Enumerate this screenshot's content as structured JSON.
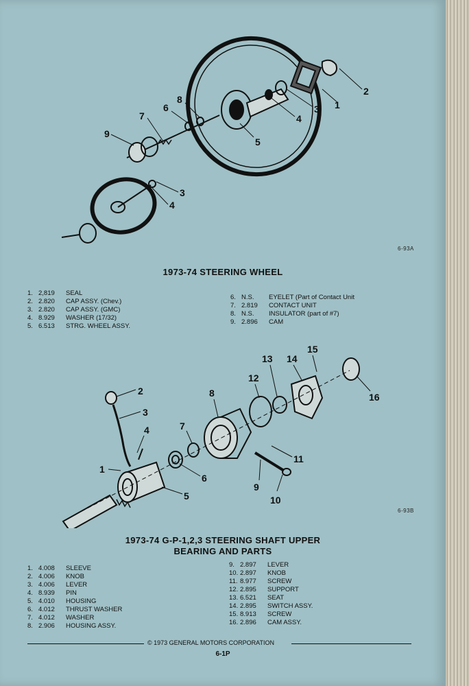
{
  "figure1": {
    "code": "6-93A",
    "title": "1973-74 STEERING WHEEL",
    "callouts": [
      "1",
      "2",
      "3",
      "4",
      "5",
      "6",
      "7",
      "8",
      "9",
      "3",
      "4"
    ],
    "parts_left": [
      {
        "num": "1.",
        "part": "2,819",
        "desc": "SEAL"
      },
      {
        "num": "2.",
        "part": "2.820",
        "desc": "CAP ASSY. (Chev.)"
      },
      {
        "num": "3.",
        "part": "2.820",
        "desc": "CAP ASSY. (GMC)"
      },
      {
        "num": "4.",
        "part": "8.929",
        "desc": "WASHER (17/32)"
      },
      {
        "num": "5.",
        "part": "6.513",
        "desc": "STRG. WHEEL ASSY."
      }
    ],
    "parts_right": [
      {
        "num": "6.",
        "part": "N.S.",
        "desc": "EYELET (Part of Contact Unit"
      },
      {
        "num": "7.",
        "part": "2.819",
        "desc": "CONTACT UNIT"
      },
      {
        "num": "8.",
        "part": "N.S.",
        "desc": "INSULATOR (part of #7)"
      },
      {
        "num": "9.",
        "part": "2.896",
        "desc": "CAM"
      }
    ]
  },
  "figure2": {
    "code": "6-93B",
    "title_line1": "1973-74 G-P-1,2,3 STEERING SHAFT UPPER",
    "title_line2": "BEARING AND PARTS",
    "callouts": [
      "1",
      "2",
      "3",
      "4",
      "5",
      "6",
      "7",
      "8",
      "9",
      "10",
      "11",
      "12",
      "13",
      "14",
      "15",
      "16"
    ],
    "parts_left": [
      {
        "num": "1.",
        "part": "4.008",
        "desc": "SLEEVE"
      },
      {
        "num": "2.",
        "part": "4.006",
        "desc": "KNOB"
      },
      {
        "num": "3.",
        "part": "4.006",
        "desc": "LEVER"
      },
      {
        "num": "4.",
        "part": "8.939",
        "desc": "PIN"
      },
      {
        "num": "5.",
        "part": "4.010",
        "desc": "HOUSING"
      },
      {
        "num": "6.",
        "part": "4.012",
        "desc": "THRUST WASHER"
      },
      {
        "num": "7.",
        "part": "4.012",
        "desc": "WASHER"
      },
      {
        "num": "8.",
        "part": "2.906",
        "desc": "HOUSING ASSY."
      }
    ],
    "parts_right": [
      {
        "num": "9.",
        "part": "2.897",
        "desc": "LEVER"
      },
      {
        "num": "10.",
        "part": "2.897",
        "desc": "KNOB"
      },
      {
        "num": "11.",
        "part": "8.977",
        "desc": "SCREW"
      },
      {
        "num": "12.",
        "part": "2.895",
        "desc": "SUPPORT"
      },
      {
        "num": "13.",
        "part": "6.521",
        "desc": "SEAT"
      },
      {
        "num": "14.",
        "part": "2.895",
        "desc": "SWITCH ASSY."
      },
      {
        "num": "15.",
        "part": "8.913",
        "desc": "SCREW"
      },
      {
        "num": "16.",
        "part": "2.896",
        "desc": "CAM ASSY."
      }
    ]
  },
  "footer": {
    "copyright": "© 1973 GENERAL MOTORS CORPORATION",
    "page": "6-1P"
  }
}
